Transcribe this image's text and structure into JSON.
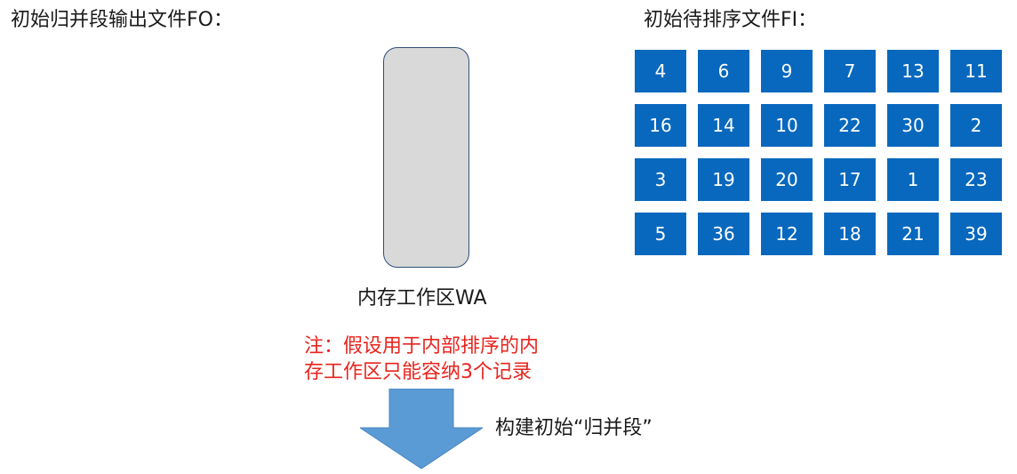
{
  "output_file": {
    "title": "初始归并段输出文件FO："
  },
  "input_file": {
    "title": "初始待排序文件FI：",
    "rows": [
      [
        "4",
        "6",
        "9",
        "7",
        "13",
        "11"
      ],
      [
        "16",
        "14",
        "10",
        "22",
        "30",
        "2"
      ],
      [
        "3",
        "19",
        "20",
        "17",
        "1",
        "23"
      ],
      [
        "5",
        "36",
        "12",
        "18",
        "21",
        "39"
      ]
    ]
  },
  "work_area": {
    "label": "内存工作区WA"
  },
  "note": {
    "lines": [
      "注：假设用于内部排序的内",
      "存工作区只能容纳3个记录"
    ]
  },
  "action": {
    "label": "构建初始“归并段”"
  },
  "colors": {
    "cell_fill": "#0868be",
    "work_area_fill": "#d9d9d9",
    "note_text": "#e8241e",
    "arrow_fill": "#5b9bd5"
  }
}
